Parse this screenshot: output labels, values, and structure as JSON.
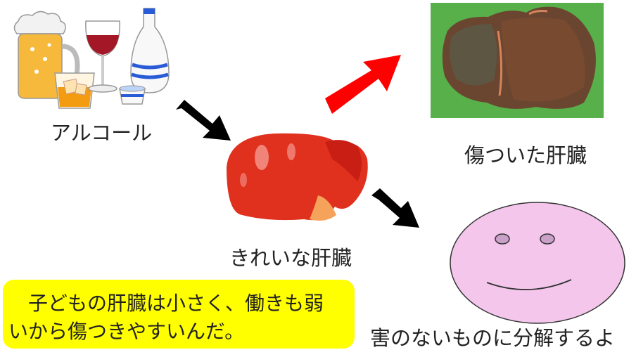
{
  "labels": {
    "alcohol": "アルコール",
    "healthy_liver": "きれいな肝臓",
    "damaged_liver": "傷ついた肝臓",
    "harmless": "害のないものに分解するよ"
  },
  "note": {
    "line1": "子どもの肝臓は小さく、働きも弱",
    "line2": "いから傷つきやすいんだ。"
  },
  "colors": {
    "arrow_damage": "#ff0000",
    "arrow_normal": "#000000",
    "note_bg": "#ffff00",
    "face": "#f4c6ec",
    "healthy_liver": "#e0301e",
    "damaged_liver": "#6a4630",
    "photo_bg": "#58b04a"
  },
  "icons": [
    "beer-mug-icon",
    "whisky-glass-icon",
    "wine-glass-icon",
    "sake-bottle-icon",
    "sake-cup-icon"
  ]
}
